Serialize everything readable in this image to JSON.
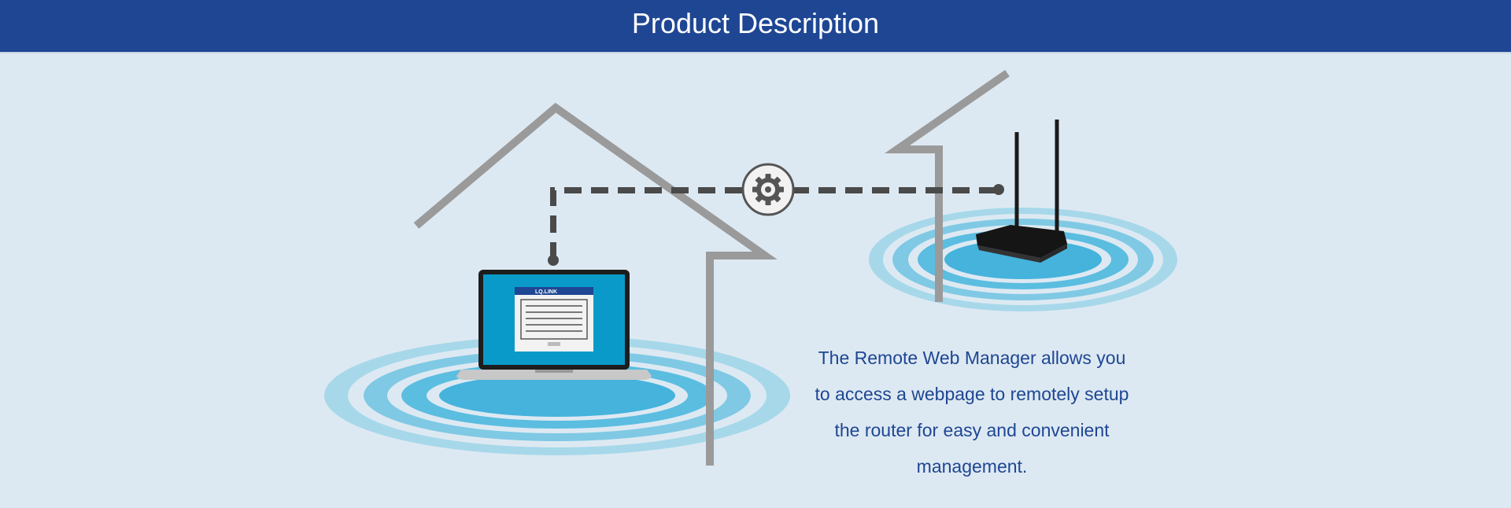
{
  "header": {
    "title": "Product Description"
  },
  "illustration": {
    "screen_brand": "LQ.LINK",
    "icons": [
      "house-outline-icon",
      "laptop-icon",
      "gear-icon",
      "router-icon",
      "wireless-waves-icon"
    ],
    "colors": {
      "header": "#1e4693",
      "background": "#dde9f2",
      "house_line": "#9a9a9a",
      "dashed_link": "#4a4a4a",
      "wave": "#4bb4d8",
      "screen": "#0a9ac9"
    }
  },
  "description": {
    "lines": [
      "The Remote Web Manager allows you",
      "to access a webpage to remotely setup",
      "the router for easy and convenient",
      "management."
    ]
  }
}
